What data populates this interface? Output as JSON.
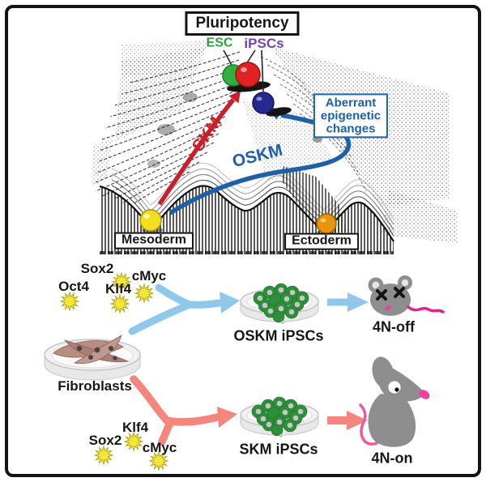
{
  "figure": {
    "pluripotency": "Pluripotency",
    "esc": "ESC",
    "ipscs": "iPSCs",
    "aberrant": "Aberrant\nepigenetic\nchanges",
    "skm_arrow": "SKM",
    "oskm_arrow": "OSKM",
    "mesoderm": "Mesoderm",
    "ectoderm": "Ectoderm"
  },
  "factors_top": {
    "oct4": "Oct4",
    "sox2": "Sox2",
    "klf4": "Klf4",
    "cmyc": "cMyc"
  },
  "factors_bottom": {
    "sox2": "Sox2",
    "klf4": "Klf4",
    "cmyc": "cMyc"
  },
  "cells": {
    "fibroblasts": "Fibroblasts",
    "oskm_ipscs": "OSKM iPSCs",
    "skm_ipscs": "SKM iPSCs"
  },
  "outcomes": {
    "oskm": "4N-off",
    "skm": "4N-on"
  },
  "colors": {
    "esc_green": "#2aa03a",
    "ipsc_purple": "#7c3fa8",
    "skm_red": "#c8202a",
    "oskm_blue": "#1d5fa8",
    "light_blue_arrow": "#8fc8ea",
    "salmon_arrow": "#f4867e",
    "factor_yellow": "#f0e63c",
    "mesoderm_ball_yellow": "#f2df1e",
    "ectoderm_ball_orange": "#e8940c",
    "colony_green": "#2e8f3a",
    "mouse_gray": "#8e8e8e",
    "mouse_pink": "#ee3fa2"
  }
}
